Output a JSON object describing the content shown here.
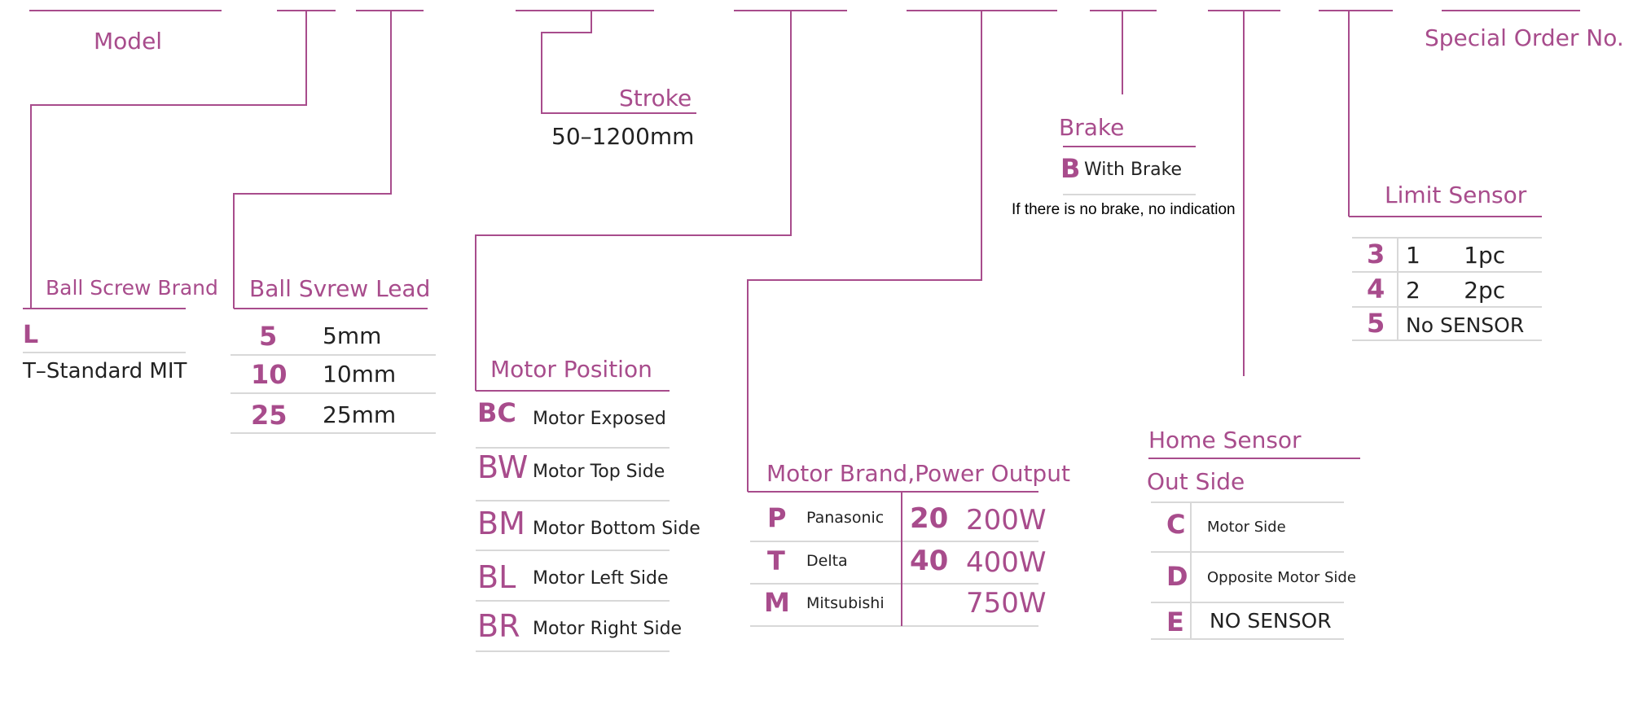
{
  "accent_color": "#a84c8c",
  "divider_color": "#d8d8d8",
  "model": {
    "label": "Model"
  },
  "special_order": {
    "label": "Special Order No."
  },
  "ball_screw_brand": {
    "label": "Ball Screw Brand",
    "code": "L",
    "description": "T–Standard MIT"
  },
  "ball_screw_lead": {
    "label": "Ball Svrew Lead",
    "rows": [
      {
        "code": "5",
        "value": "5mm"
      },
      {
        "code": "10",
        "value": "10mm"
      },
      {
        "code": "25",
        "value": "25mm"
      }
    ]
  },
  "stroke": {
    "label": "Stroke",
    "range": "50–1200mm"
  },
  "motor_position": {
    "label": "Motor Position",
    "rows": [
      {
        "code": "BC",
        "value": "Motor Exposed"
      },
      {
        "code": "BW",
        "value": "Motor Top Side"
      },
      {
        "code": "BM",
        "value": "Motor Bottom Side"
      },
      {
        "code": "BL",
        "value": "Motor Left Side"
      },
      {
        "code": "BR",
        "value": "Motor Right Side"
      }
    ]
  },
  "motor_brand_power": {
    "label": "Motor Brand,Power Output",
    "brands": [
      {
        "code": "P",
        "name": "Panasonic"
      },
      {
        "code": "T",
        "name": "Delta"
      },
      {
        "code": "M",
        "name": "Mitsubishi"
      }
    ],
    "powers": [
      {
        "code": "20",
        "value": "200W"
      },
      {
        "code": "40",
        "value": "400W"
      },
      {
        "code": "",
        "value": "750W"
      }
    ]
  },
  "brake": {
    "label": "Brake",
    "code": "B",
    "value": "With Brake",
    "note": "If there is no brake, no indication"
  },
  "home_sensor": {
    "label": "Home Sensor",
    "sublabel": "Out Side",
    "rows": [
      {
        "code": "C",
        "value": "Motor Side"
      },
      {
        "code": "D",
        "value": "Opposite Motor Side"
      },
      {
        "code": "E",
        "value": "NO SENSOR"
      }
    ]
  },
  "limit_sensor": {
    "label": "Limit Sensor",
    "rows": [
      {
        "code": "3",
        "value": "1      1pc"
      },
      {
        "code": "4",
        "value": "2      2pc"
      },
      {
        "code": "5",
        "value": "No SENSOR"
      }
    ]
  }
}
